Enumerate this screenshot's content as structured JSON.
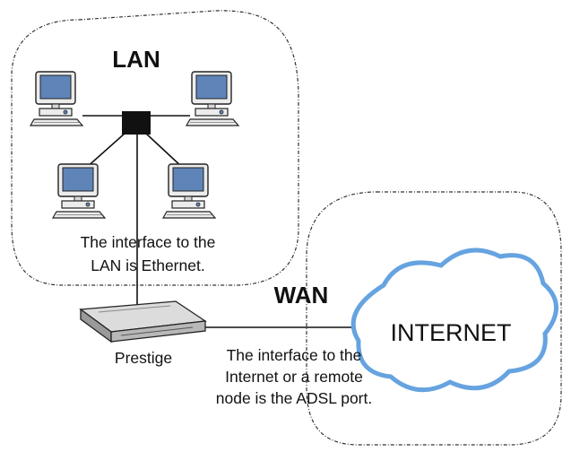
{
  "lan": {
    "heading": "LAN",
    "caption_line1": "The interface to the",
    "caption_line2": "LAN is Ethernet."
  },
  "wan": {
    "heading": "WAN",
    "caption_line1": "The interface to the",
    "caption_line2": "Internet or a remote",
    "caption_line3": "node is the ADSL port."
  },
  "router": {
    "label": "Prestige"
  },
  "internet": {
    "label": "INTERNET"
  },
  "colors": {
    "screen": "#5f84b8",
    "monitor": "#ececec",
    "cloud_fill": "#ffffff",
    "cloud_stroke": "#66a3e0",
    "hub": "#111111"
  }
}
